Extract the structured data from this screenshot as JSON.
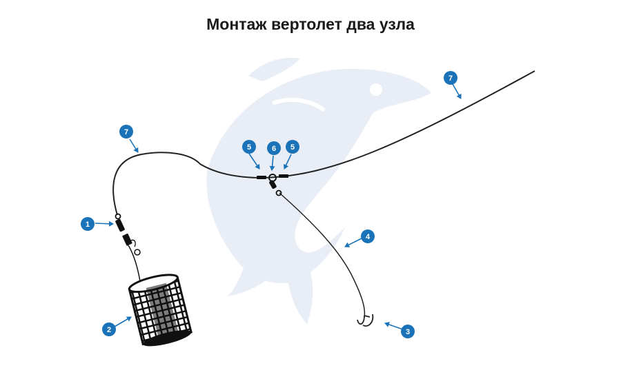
{
  "title": "Монтаж вертолет два узла",
  "colors": {
    "badge": "#1a73b8",
    "line": "#222222",
    "watermark": "#e9edf6"
  },
  "callouts": {
    "c1": "1",
    "c2": "2",
    "c3": "3",
    "c4": "4",
    "c5a": "5",
    "c5b": "5",
    "c6": "6",
    "c7a": "7",
    "c7b": "7"
  }
}
